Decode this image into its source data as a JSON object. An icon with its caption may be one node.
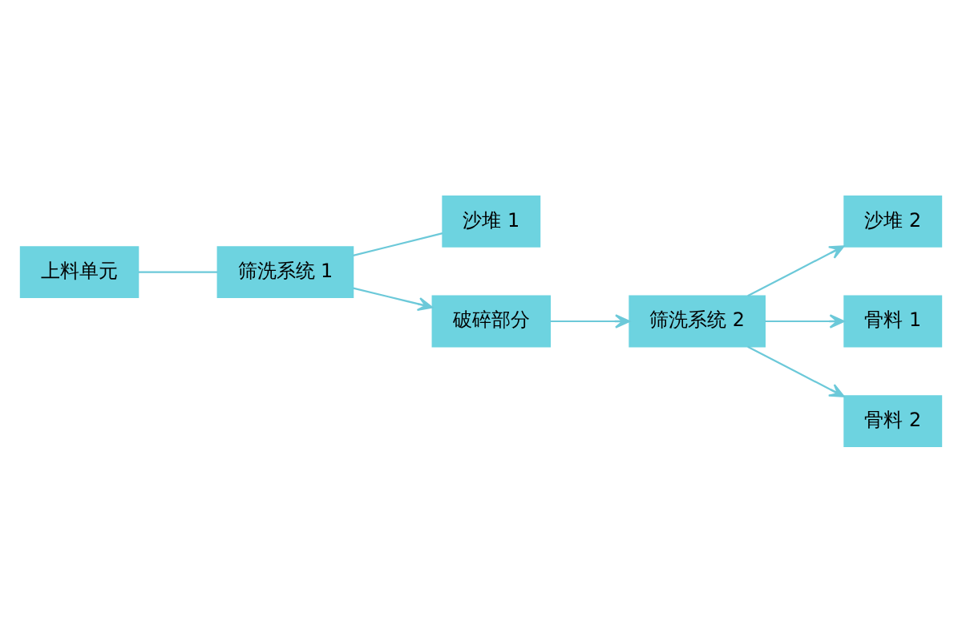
{
  "diagram": {
    "nodes": [
      {
        "text": [
          "上料单元"
        ]
      },
      {
        "text": [
          "筛洗系统 1"
        ]
      },
      {
        "text": [
          "沙堆 1"
        ]
      },
      {
        "text": [
          "破碎部分"
        ]
      },
      {
        "text": [
          "沙堆 2"
        ]
      },
      {
        "text": [
          "筛洗系统 2"
        ]
      },
      {
        "text": [
          "骨料 1"
        ]
      },
      {
        "text": [
          "骨料 2"
        ]
      }
    ],
    "edges": [
      {
        "from": 0,
        "to": 1,
        "arrow": "none"
      },
      {
        "from": 1,
        "to": 2,
        "arrow": "none"
      },
      {
        "from": 1,
        "to": 3,
        "arrow": "to"
      },
      {
        "from": 3,
        "to": 5,
        "arrow": "to"
      },
      {
        "from": 5,
        "to": 4,
        "arrow": "to"
      },
      {
        "from": 5,
        "to": 6,
        "arrow": "to"
      },
      {
        "from": 5,
        "to": 7,
        "arrow": "to"
      }
    ]
  }
}
